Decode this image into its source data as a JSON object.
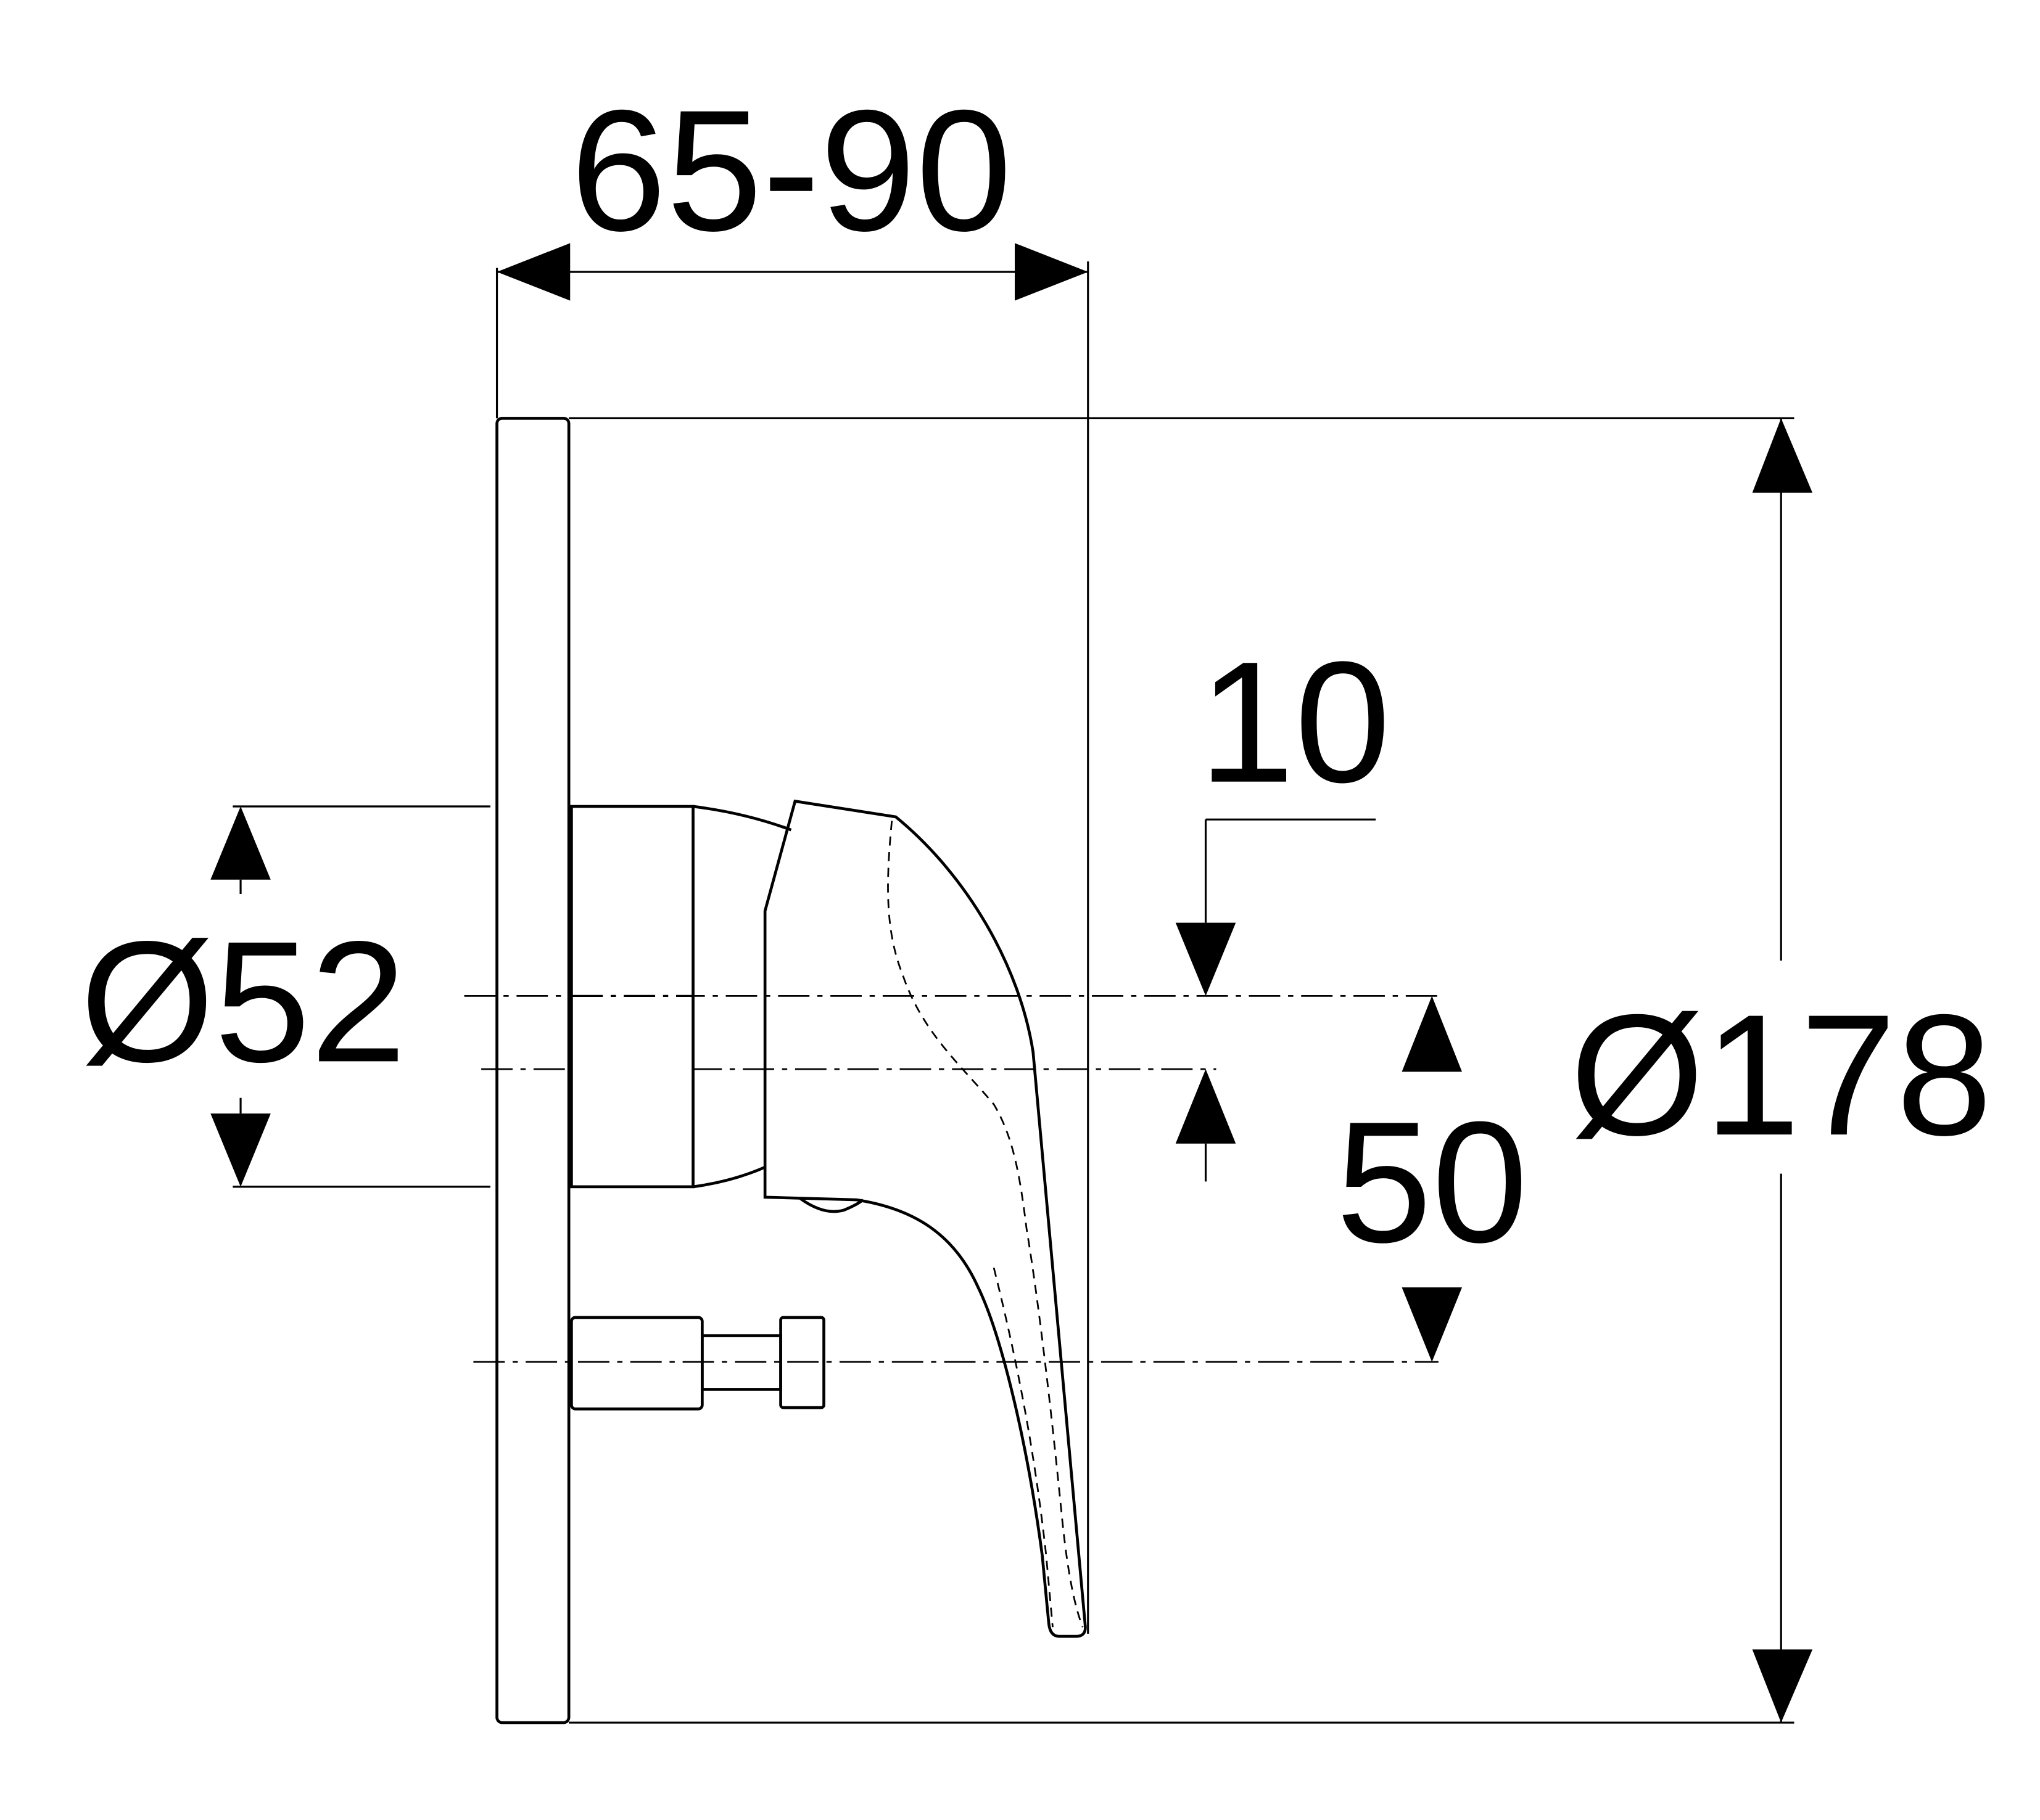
{
  "drawing": {
    "title": "Single-lever concealed mixer side view",
    "dimensions": {
      "depth": "65-90",
      "plate_diameter": "Ø178",
      "body_diameter": "Ø52",
      "offset": "10",
      "spacing": "50"
    },
    "line_color": "#000000",
    "background": "#ffffff"
  }
}
